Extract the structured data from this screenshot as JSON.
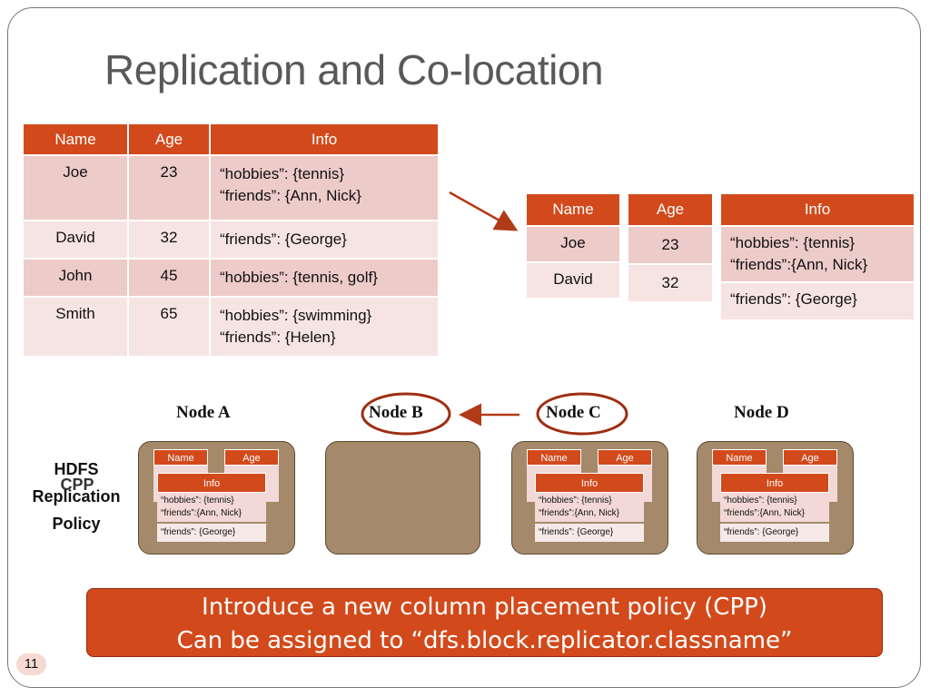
{
  "title": "Replication and Co-location",
  "big_table": {
    "headers": [
      "Name",
      "Age",
      "Info"
    ],
    "rows": [
      {
        "name": "Joe",
        "age": "23",
        "info": [
          "“hobbies”: {tennis}",
          "“friends”:  {Ann, Nick}"
        ]
      },
      {
        "name": "David",
        "age": "32",
        "info": [
          "“friends”:  {George}"
        ]
      },
      {
        "name": "John",
        "age": "45",
        "info": [
          "“hobbies”: {tennis, golf}"
        ]
      },
      {
        "name": "Smith",
        "age": "65",
        "info": [
          "“hobbies”: {swimming}",
          "“friends”:  {Helen}"
        ]
      }
    ]
  },
  "split": {
    "name_header": "Name",
    "names": [
      "Joe",
      "David"
    ],
    "age_header": "Age",
    "ages": [
      "23",
      "32"
    ],
    "info_header": "Info",
    "infos": [
      [
        "“hobbies”: {tennis}",
        "“friends”:{Ann, Nick}"
      ],
      [
        "“friends”:  {George}"
      ]
    ]
  },
  "nodes": {
    "a": "Node A",
    "b": "Node B",
    "c": "Node C",
    "d": "Node D"
  },
  "mini": {
    "name": "Name",
    "age": "Age",
    "info": "Info",
    "line1": "“hobbies”: {tennis}",
    "line2": "“friends”:{Ann, Nick}",
    "line3": "“friends”:  {George}"
  },
  "side": {
    "line1": "HDFS",
    "line2": "Replication",
    "line3": "Policy",
    "overlap": "CPP"
  },
  "banner": {
    "line1": "Introduce a new column placement policy (CPP)",
    "line2": "Can be assigned to “dfs.block.replicator.classname”"
  },
  "page_number": "11",
  "colors": {
    "accent": "#d24a1c",
    "node_fill": "#a48a6a",
    "row_odd": "#edcbc8",
    "row_even": "#f6e4e3"
  }
}
